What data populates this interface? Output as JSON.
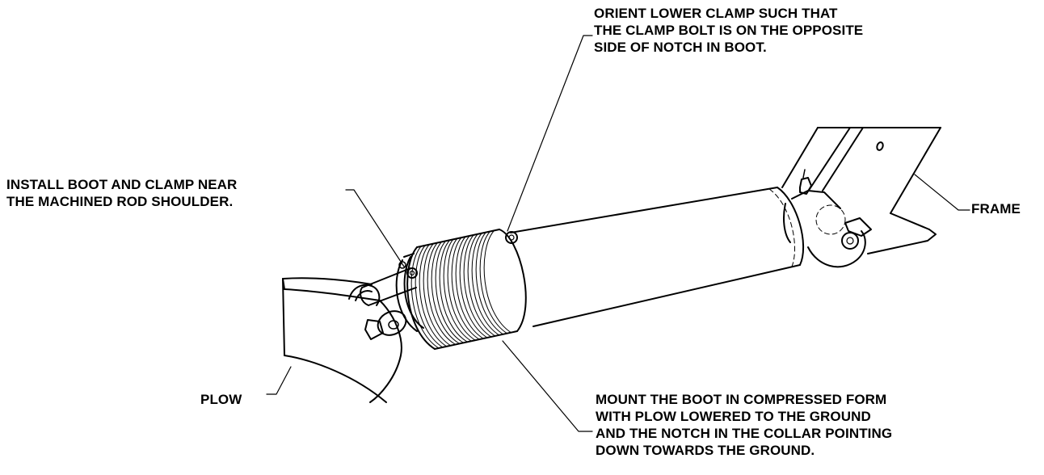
{
  "callouts": {
    "orient_clamp": [
      "ORIENT LOWER CLAMP SUCH THAT",
      "THE CLAMP BOLT IS ON THE OPPOSITE",
      "SIDE OF NOTCH IN BOOT."
    ],
    "install_boot": [
      "INSTALL BOOT AND CLAMP NEAR",
      "THE MACHINED ROD SHOULDER."
    ],
    "frame": "FRAME",
    "plow": "PLOW",
    "mount_boot": [
      "MOUNT THE BOOT IN COMPRESSED FORM",
      "WITH PLOW LOWERED TO THE GROUND",
      "AND THE NOTCH IN THE COLLAR POINTING",
      "DOWN TOWARDS THE GROUND."
    ]
  },
  "colors": {
    "line": "#000000",
    "background": "#ffffff"
  }
}
